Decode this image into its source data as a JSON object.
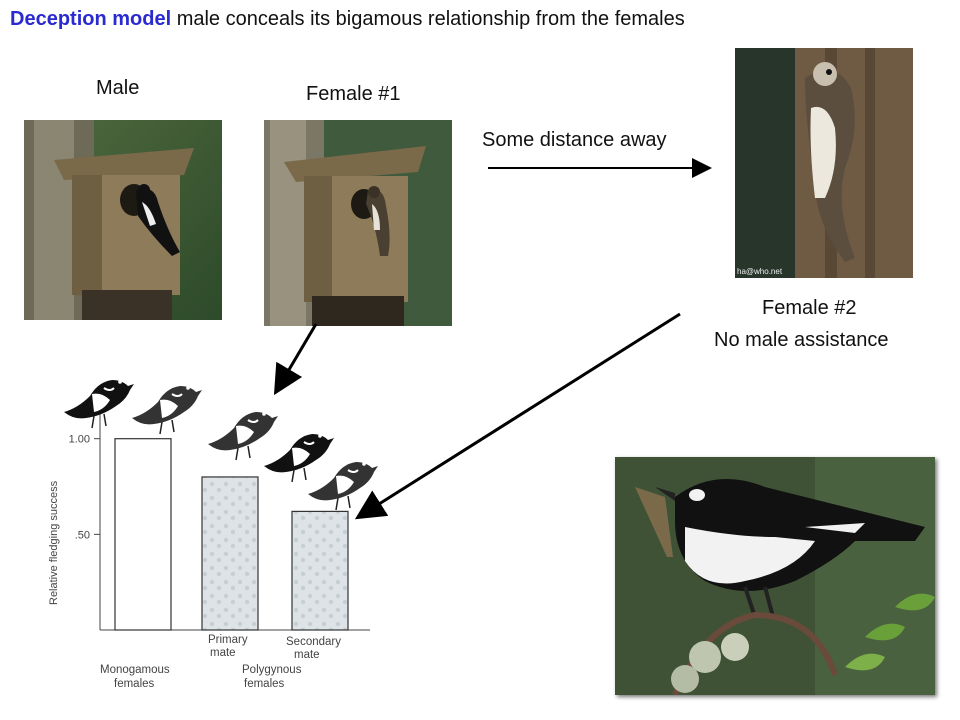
{
  "title": {
    "highlight": "Deception model",
    "rest": "male conceals its bigamous relationship from the females"
  },
  "labels": {
    "male": "Male",
    "female1": "Female #1",
    "distance": "Some distance away",
    "female2": "Female #2",
    "no_assist": "No male assistance",
    "watermark": "ha@who.net"
  },
  "chart_data": {
    "type": "bar",
    "ylabel": "Relative fledging success",
    "yticks": [
      {
        "value": 1.0,
        "label": "1.00"
      },
      {
        "value": 0.5,
        "label": ".50"
      }
    ],
    "ylim": [
      0,
      1.15
    ],
    "categories": [
      "Monogamous females",
      "Primary mate",
      "Secondary mate"
    ],
    "values": [
      1.0,
      0.8,
      0.62
    ],
    "group_labels": {
      "monogamous": [
        "Monogamous",
        "females"
      ],
      "primary": [
        "Primary",
        "mate"
      ],
      "secondary": [
        "Secondary",
        "mate"
      ],
      "polygynous": [
        "Polygynous",
        "females"
      ]
    },
    "bar_colors": [
      "#ffffff",
      "#dde3e6",
      "#dde3e6"
    ]
  },
  "colors": {
    "title_highlight": "#2a2ad0",
    "arrow": "#000000"
  },
  "icons": [
    "nest-box-photo",
    "flycatcher-bird-icon",
    "flycatcher-photo"
  ]
}
